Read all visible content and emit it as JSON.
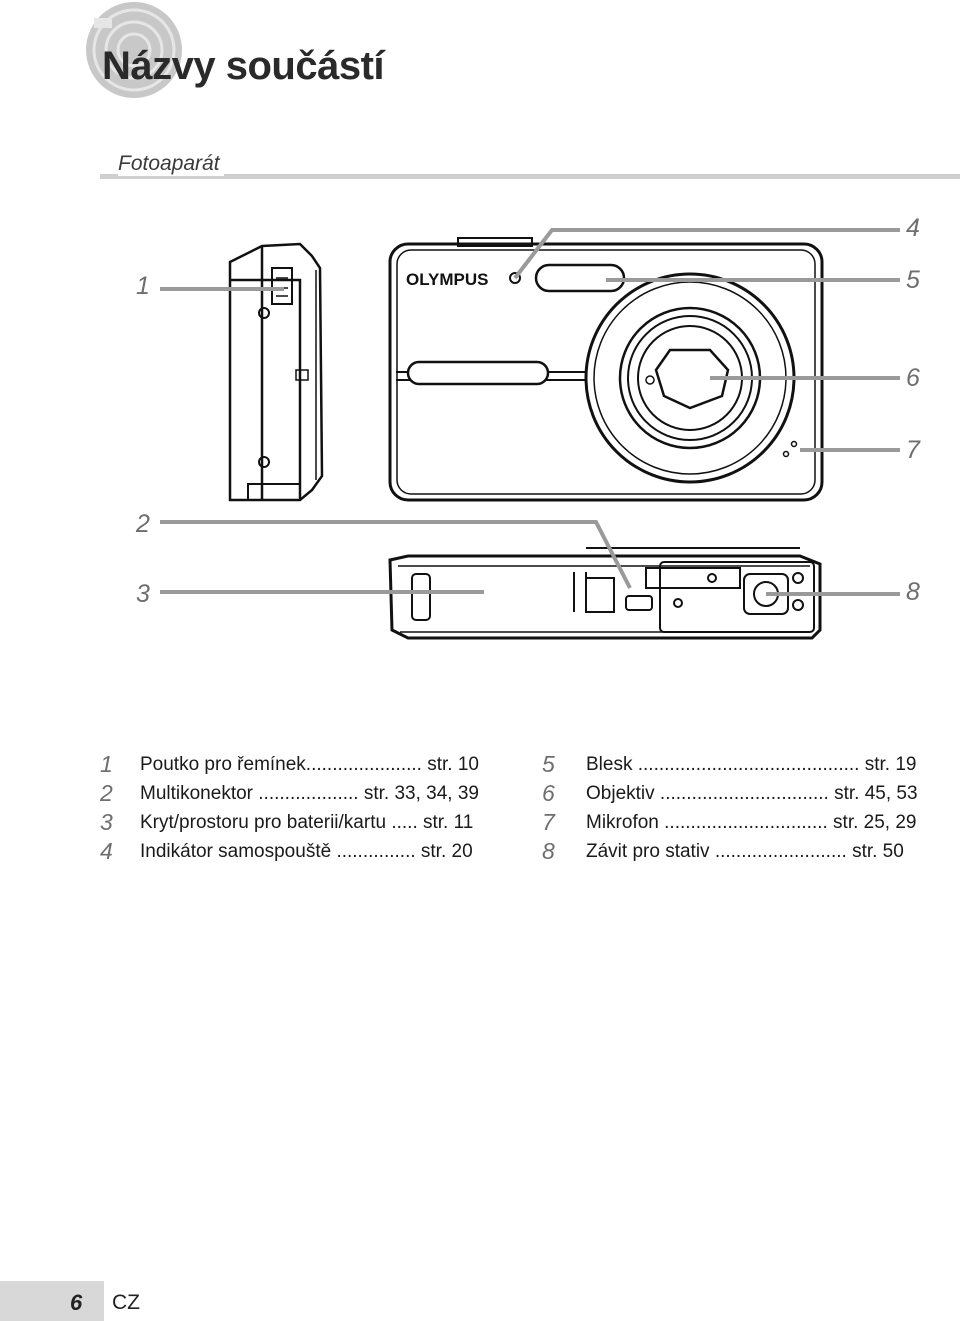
{
  "header": {
    "title": "Názvy součástí"
  },
  "section": {
    "label": "Fotoaparát"
  },
  "figure": {
    "brand": "OLYMPUS",
    "callouts": [
      "1",
      "2",
      "3",
      "4",
      "5",
      "6",
      "7",
      "8"
    ]
  },
  "parts_left": [
    {
      "num": "1",
      "text": "Poutko pro řemínek...................... str. 10"
    },
    {
      "num": "2",
      "text": "Multikonektor ................... str. 33, 34, 39"
    },
    {
      "num": "3",
      "text": "Kryt/prostoru pro baterii/kartu ..... str. 11"
    },
    {
      "num": "4",
      "text": "Indikátor samospouště ............... str. 20"
    }
  ],
  "parts_right": [
    {
      "num": "5",
      "text": "Blesk .......................................... str. 19"
    },
    {
      "num": "6",
      "text": "Objektiv ................................ str. 45, 53"
    },
    {
      "num": "7",
      "text": "Mikrofon ............................... str. 25, 29"
    },
    {
      "num": "8",
      "text": "Závit pro stativ ......................... str. 50"
    }
  ],
  "footer": {
    "page": "6",
    "lang": "CZ"
  }
}
